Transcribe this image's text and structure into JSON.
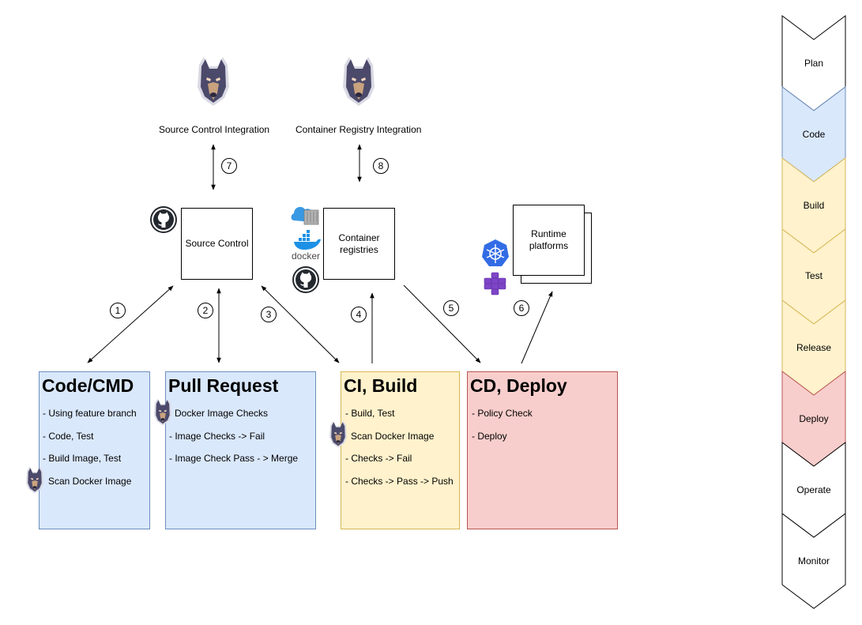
{
  "integrations": {
    "source_control": "Source Control Integration",
    "container_registry": "Container Registry Integration"
  },
  "components": {
    "source_control": "Source Control",
    "container_registries_line1": "Container",
    "container_registries_line2": "registries",
    "runtime_line1": "Runtime",
    "runtime_line2": "platforms"
  },
  "steps": [
    "1",
    "2",
    "3",
    "4",
    "5",
    "6",
    "7",
    "8"
  ],
  "docker_text": "docker",
  "stages": {
    "code": {
      "title": "Code/CMD",
      "items": [
        "- Using feature branch",
        "- Code, Test",
        "- Build Image, Test",
        "Scan Docker Image"
      ]
    },
    "pr": {
      "title": "Pull Request",
      "items": [
        "Docker Image Checks",
        "- Image Checks -> Fail",
        "- Image Check Pass - > Merge"
      ]
    },
    "ci": {
      "title": "CI, Build",
      "items": [
        "- Build, Test",
        "Scan Docker Image",
        "- Checks -> Fail",
        "- Checks -> Pass -> Push"
      ]
    },
    "cd": {
      "title": "CD, Deploy",
      "items": [
        "- Policy Check",
        "- Deploy"
      ]
    }
  },
  "lifecycle": [
    "Plan",
    "Code",
    "Build",
    "Test",
    "Release",
    "Deploy",
    "Operate",
    "Monitor"
  ],
  "colors": {
    "blue_fill": "#dae8fc",
    "blue_stroke": "#6c8ebf",
    "yellow_fill": "#fff2cc",
    "yellow_stroke": "#d6b656",
    "red_fill": "#f8cecc",
    "red_stroke": "#b85450",
    "snyk_dark": "#4b4a6b",
    "kubernetes": "#326ce5",
    "docker": "#1d91e6"
  },
  "icons": [
    "snyk-doberman-icon",
    "github-icon",
    "azure-cloud-icon",
    "docker-icon",
    "kubernetes-icon",
    "cluster-icon"
  ]
}
